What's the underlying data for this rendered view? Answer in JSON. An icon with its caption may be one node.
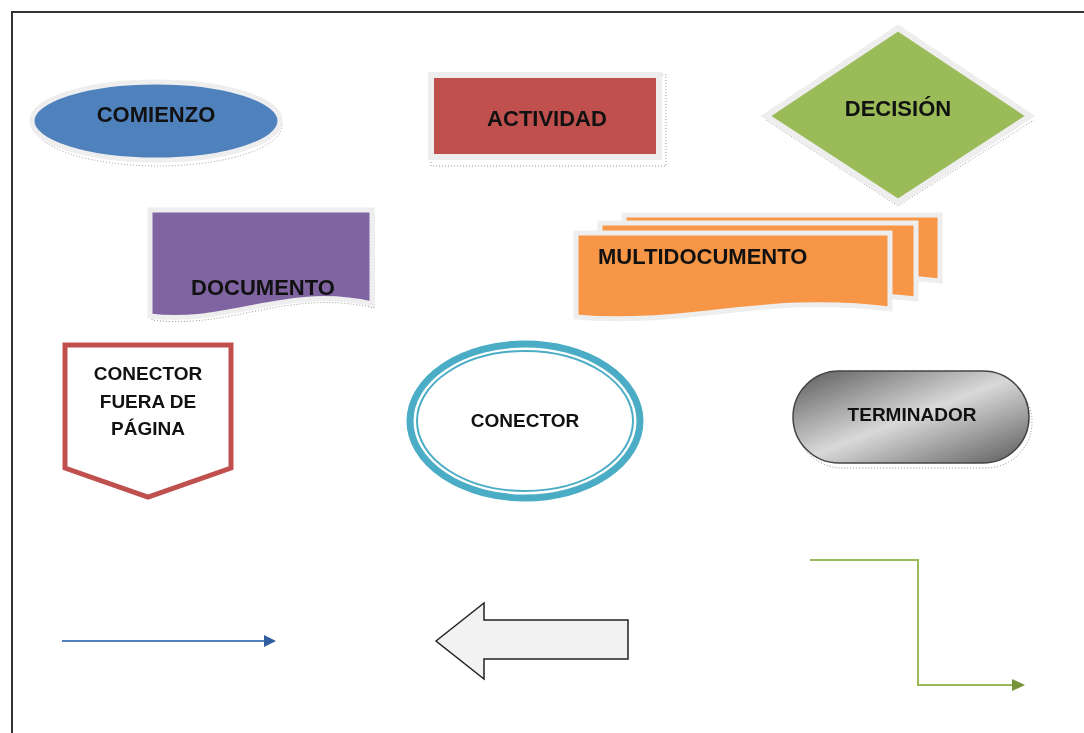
{
  "diagram": {
    "nodes": [
      {
        "text": [
          "COMIENZO"
        ]
      },
      {
        "text": [
          "ACTIVIDAD"
        ]
      },
      {
        "text": [
          "DECISIÓN"
        ]
      },
      {
        "text": [
          "DOCUMENTO"
        ]
      },
      {
        "text": [
          "MULTIDOCUMENTO"
        ]
      },
      {
        "text": [
          "CONECTOR FUERA DE PÁGINA"
        ]
      },
      {
        "text": [
          "CONECTOR"
        ]
      },
      {
        "text": [
          "TERMINADOR"
        ]
      }
    ]
  }
}
